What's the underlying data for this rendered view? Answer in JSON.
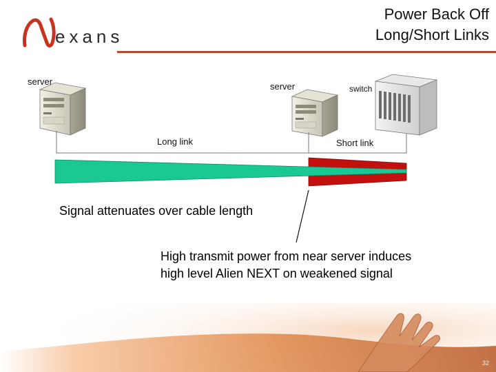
{
  "header": {
    "title_line1": "Power Back Off",
    "title_line2": "Long/Short Links",
    "brand": "exans"
  },
  "diagram": {
    "server_left_label": "server",
    "server_right_label": "server",
    "switch_label": "switch",
    "long_link_label": "Long link",
    "short_link_label": "Short link",
    "attenuation_caption": "Signal attenuates over cable length",
    "next_caption_line1": "High transmit power from near server induces",
    "next_caption_line2": "high level Alien NEXT on weakened signal"
  },
  "colors": {
    "long_signal": "#19c893",
    "short_signal": "#c40f0f",
    "accent_rule": "#b04a2e",
    "logo_red": "#c8321e"
  },
  "footer": {
    "page_number": "32"
  }
}
